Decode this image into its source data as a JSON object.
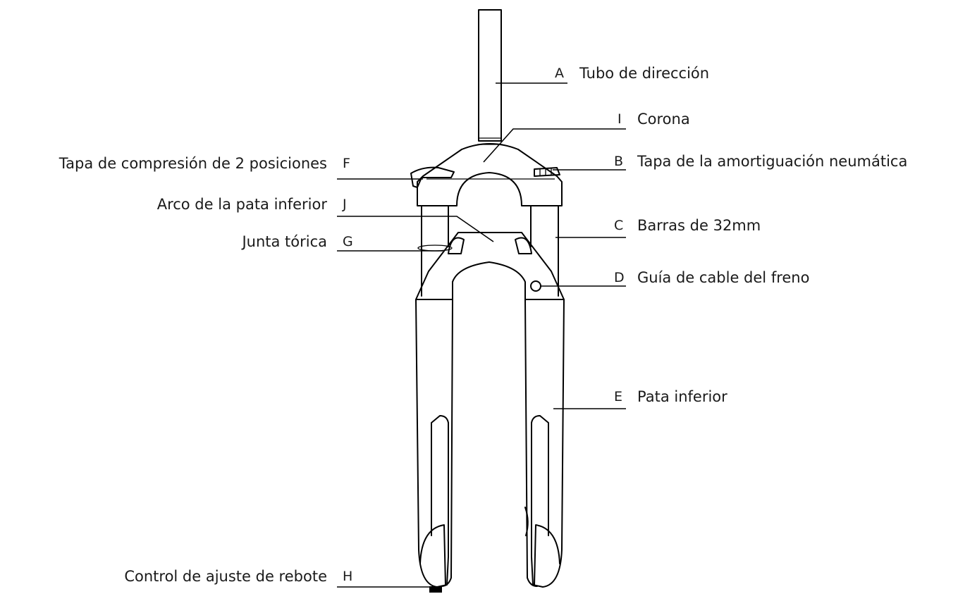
{
  "callouts": {
    "A": {
      "letter": "A",
      "text": "Tubo de dirección"
    },
    "I": {
      "letter": "I",
      "text": "Corona"
    },
    "B": {
      "letter": "B",
      "text": "Tapa de la amortiguación neumática"
    },
    "C": {
      "letter": "C",
      "text": "Barras de 32mm"
    },
    "D": {
      "letter": "D",
      "text": "Guía de cable del freno"
    },
    "E": {
      "letter": "E",
      "text": "Pata inferior"
    },
    "F": {
      "letter": "F",
      "text": "Tapa de compresión de 2 posiciones"
    },
    "J": {
      "letter": "J",
      "text": "Arco de la pata inferior"
    },
    "G": {
      "letter": "G",
      "text": "Junta tórica"
    },
    "H": {
      "letter": "H",
      "text": "Control de ajuste de rebote"
    }
  }
}
